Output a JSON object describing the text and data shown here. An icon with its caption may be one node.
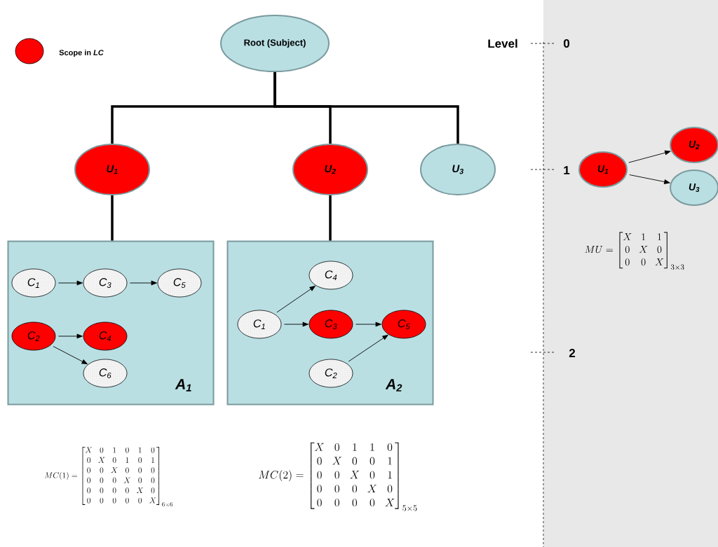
{
  "diagram": {
    "nodes": [
      {
        "text": [
          "Root (Subject)"
        ]
      },
      {
        "text": [
          "U$_{1}$"
        ]
      },
      {
        "text": [
          "U$_{2}$"
        ]
      },
      {
        "text": [
          "U$_{3}$"
        ]
      },
      {
        "text": [
          "A$_{1}$"
        ]
      },
      {
        "text": [
          "C$_{1}$"
        ],
        "in": 4
      },
      {
        "text": [
          "C$_{3}$"
        ],
        "in": 4
      },
      {
        "text": [
          "C$_{5}$"
        ],
        "in": 4
      },
      {
        "text": [
          "C$_{2}$"
        ],
        "in": 4
      },
      {
        "text": [
          "C$_{4}$"
        ],
        "in": 4
      },
      {
        "text": [
          "C$_{6}$"
        ],
        "in": 4
      },
      {
        "text": [
          "A$_{2}$"
        ]
      },
      {
        "text": [
          "C$_{4}$"
        ],
        "in": 11
      },
      {
        "text": [
          "C$_{1}$"
        ],
        "in": 11
      },
      {
        "text": [
          "C$_{3}$"
        ],
        "in": 11
      },
      {
        "text": [
          "C$_{5}$"
        ],
        "in": 11
      },
      {
        "text": [
          "C$_{2}$"
        ],
        "in": 11
      },
      {
        "text": [
          "U$_{1}$"
        ]
      },
      {
        "text": [
          "U$_{2}$"
        ]
      },
      {
        "text": [
          "U$_{3}$"
        ]
      }
    ],
    "edges": [
      {
        "from": 0,
        "to": 1,
        "arrow": "none",
        "style": "thick"
      },
      {
        "from": 0,
        "to": 2,
        "arrow": "none",
        "style": "thick"
      },
      {
        "from": 0,
        "to": 3,
        "arrow": "none",
        "style": "thick"
      },
      {
        "from": 1,
        "to": 4,
        "arrow": "none",
        "style": "thick"
      },
      {
        "from": 2,
        "to": 11,
        "arrow": "none",
        "style": "thick"
      },
      {
        "from": 5,
        "to": 6,
        "arrow": "to"
      },
      {
        "from": 6,
        "to": 7,
        "arrow": "to"
      },
      {
        "from": 8,
        "to": 9,
        "arrow": "to"
      },
      {
        "from": 8,
        "to": 10,
        "arrow": "to"
      },
      {
        "from": 13,
        "to": 12,
        "arrow": "to"
      },
      {
        "from": 13,
        "to": 14,
        "arrow": "to"
      },
      {
        "from": 14,
        "to": 15,
        "arrow": "to"
      },
      {
        "from": 16,
        "to": 15,
        "arrow": "to"
      },
      {
        "from": 17,
        "to": 18,
        "arrow": "to"
      },
      {
        "from": 17,
        "to": 19,
        "arrow": "to"
      }
    ],
    "labels": [
      "Level",
      "0",
      "1",
      "2",
      "MU=\\begin{bmatrix}X&1&1\\\\0&X&0\\\\0&0&X\\end{bmatrix}_{3\\times 3}",
      "MC(1)=\\begin{bmatrix}X&0&1&0&1&0\\\\0&X&0&1&0&1\\\\0&0&X&0&0&0\\\\0&0&0&X&0&0\\\\0&0&0&0&X&0\\\\0&0&0&0&0&X\\end{bmatrix}_{6\\times 6}",
      "MC(2)=\\begin{bmatrix}X&0&1&1&0\\\\0&X&0&0&1\\\\0&0&X&0&1\\\\0&0&0&X&0\\\\0&0&0&0&X\\end{bmatrix}_{5\\times 5}"
    ],
    "legend": [
      {
        "text": "Scope in *LC*",
        "color": "#ff0000"
      }
    ]
  }
}
